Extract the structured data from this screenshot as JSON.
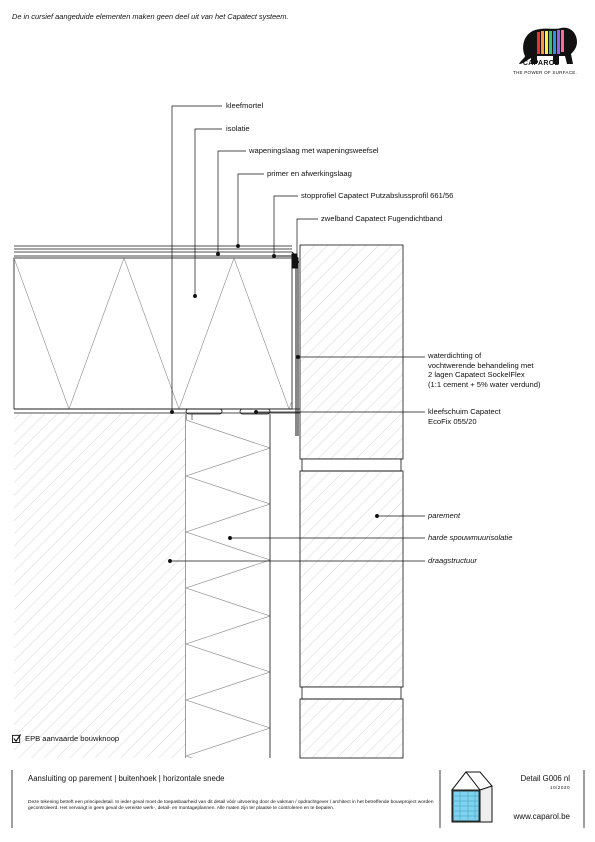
{
  "header": {
    "note": "De in cursief aangeduide elementen maken geen deel uit van het Capatect systeem."
  },
  "logo": {
    "word": "CAPAROL",
    "tagline": "THE POWER OF SURFACE."
  },
  "labels": {
    "kleefmortel": "kleefmortel",
    "isolatie": "isolatie",
    "wapeningslaag": "wapeningslaag met wapeningsweefsel",
    "primer": "primer en afwerkingslaag",
    "stopprofiel": "stopprofiel Capatect Putzabslussprofil 661/56",
    "zwelband": "zwelband Capatect Fugendichtband",
    "waterdichting_1": "waterdichting of",
    "waterdichting_2": "vochtwerende behandeling met",
    "waterdichting_3": "2 lagen Capatect SockelFlex",
    "waterdichting_4": "(1:1 cement + 5% water verdund)",
    "kleefschuim_1": "kleefschuim Capatect",
    "kleefschuim_2": "EcoFix 055/20",
    "parement": "parement",
    "spouwmuurisolatie": "harde spouwmuurisolatie",
    "draagstructuur": "draagstructuur"
  },
  "epb": {
    "label": "EPB aanvaarde bouwknoop"
  },
  "footer": {
    "title": "Aansluiting op parement | buitenhoek | horizontale snede",
    "body": "Deze tekening betreft een principedetail. In ieder geval moet de toepasbaarheid van dit detail vóór uitvoering door de vakman / opdrachtgever / architect in het betreffende bouwproject worden gecontroleerd. Het vervangt in geen geval de vereiste werk-, detail- en montageplannen. Alle maten zijn ter plaatse te controleren en te bepalen.",
    "detail_no": "Detail G006 nl",
    "date": "10/2020",
    "site": "www.caparol.be"
  },
  "colors": {
    "line": "#111111",
    "hatch": "#bdbdbd",
    "logo_black": "#111111",
    "house_blue": "#7fd3ee"
  }
}
